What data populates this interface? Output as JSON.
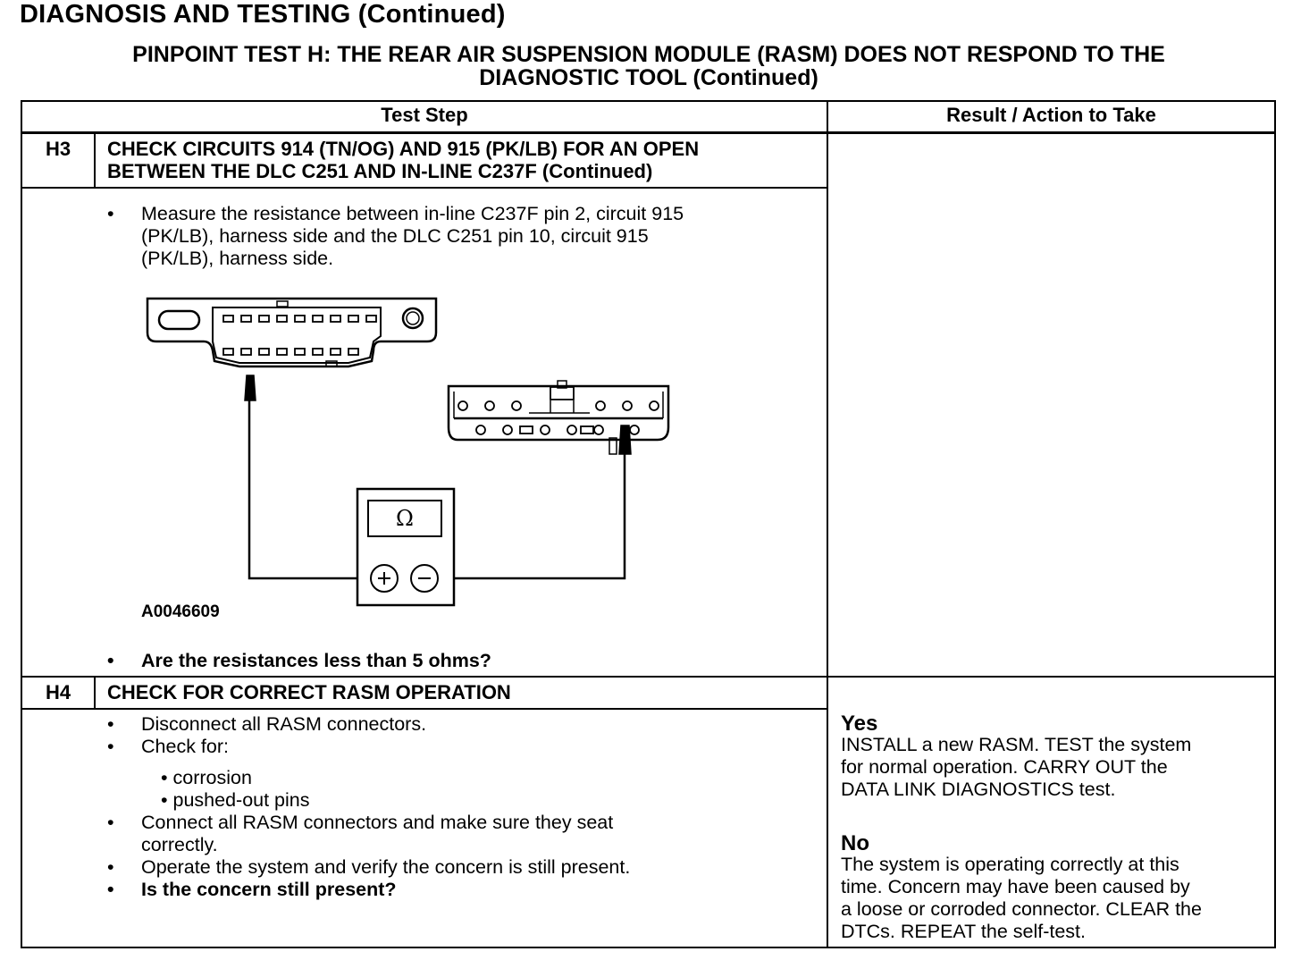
{
  "page_heading": "DIAGNOSIS AND TESTING (Continued)",
  "test_title_line1": "PINPOINT TEST H: THE REAR AIR SUSPENSION MODULE (RASM) DOES NOT RESPOND TO THE",
  "test_title_line2": "DIAGNOSTIC TOOL (Continued)",
  "table": {
    "col_test_step": "Test Step",
    "col_result": "Result / Action to Take"
  },
  "h3": {
    "id": "H3",
    "title_line1": "CHECK CIRCUITS 914 (TN/OG) AND 915 (PK/LB) FOR AN OPEN",
    "title_line2": "BETWEEN THE DLC C251 AND IN-LINE C237F (Continued)",
    "measure_line1": "Measure the resistance between in-line C237F pin 2, circuit 915",
    "measure_line2": "(PK/LB), harness side and the DLC C251 pin 10, circuit 915",
    "measure_line3": "(PK/LB), harness side.",
    "figure_ref": "A0046609",
    "meter_symbol": "Ω",
    "question": "Are the resistances less than 5 ohms?"
  },
  "h4": {
    "id": "H4",
    "title": "CHECK FOR CORRECT RASM OPERATION",
    "step1": "Disconnect all RASM connectors.",
    "step2": "Check for:",
    "sub1": "• corrosion",
    "sub2": "• pushed-out pins",
    "step3_line1": "Connect all RASM connectors and make sure they seat",
    "step3_line2": "correctly.",
    "step4": "Operate the system and verify the concern is still present.",
    "question": "Is the concern still present?",
    "yes_label": "Yes",
    "yes_line1": "INSTALL a new RASM. TEST the system",
    "yes_line2": "for normal operation. CARRY OUT the",
    "yes_line3": "DATA LINK DIAGNOSTICS test.",
    "no_label": "No",
    "no_line1": "The system is operating correctly at this",
    "no_line2": "time. Concern may have been caused by",
    "no_line3": "a loose or corroded connector. CLEAR the",
    "no_line4": "DTCs. REPEAT the self-test."
  }
}
